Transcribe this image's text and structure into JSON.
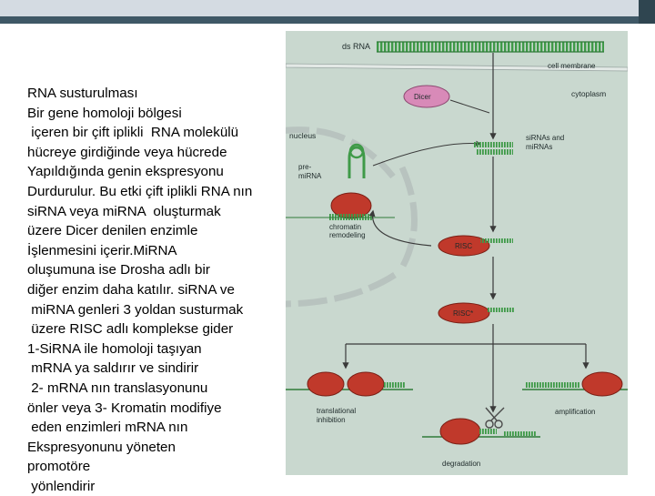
{
  "slide": {
    "text_lines": [
      "RNA susturulması",
      "Bir gene homoloji bölgesi",
      " içeren bir çift iplikli  RNA molekülü",
      "hücreye girdiğinde veya hücrede",
      "Yapıldığında genin ekspresyonu",
      "Durdurulur. Bu etki çift iplikli RNA nın",
      "siRNA veya miRNA  oluşturmak",
      "üzere Dicer denilen enzimle",
      "İşlenmesini içerir.MiRNA",
      "oluşumuna ise Drosha adlı bir",
      "diğer enzim daha katılır. siRNA ve",
      " miRNA genleri 3 yoldan susturmak",
      " üzere RISC adlı komplekse gider",
      "1-SiRNA ile homoloji taşıyan",
      " mRNA ya saldırır ve sindirir",
      " 2- mRNA nın translasyonunu",
      "önler veya 3- Kromatin modifiye",
      " eden enzimleri mRNA nın",
      "Ekspresyonunu yöneten",
      "promotöre",
      " yönlendirir"
    ]
  },
  "figure": {
    "labels": {
      "dsrna": "ds RNA",
      "cell_membrane": "cell membrane",
      "dicer": "Dicer",
      "cytoplasm": "cytoplasm",
      "nucleus": "nucleus",
      "sirnas_1": "siRNAs and",
      "sirnas_2": "miRNAs",
      "premirna_1": "pre-",
      "premirna_2": "miRNA",
      "chromatin_1": "chromatin",
      "chromatin_2": "remodeling",
      "risc": "RISC",
      "risc_star": "RISC*",
      "translational_1": "translational",
      "translational_2": "inhibition",
      "amplification": "amplification",
      "degradation": "degradation"
    },
    "colors": {
      "background": "#c9d8cf",
      "rna_strand": "#3f9a48",
      "rna_strand_dark": "#2f7a38",
      "dicer": "#d88ab8",
      "risc": "#c0392b",
      "membrane": "#b8c3bf",
      "arrow": "#3a3a3a"
    }
  }
}
